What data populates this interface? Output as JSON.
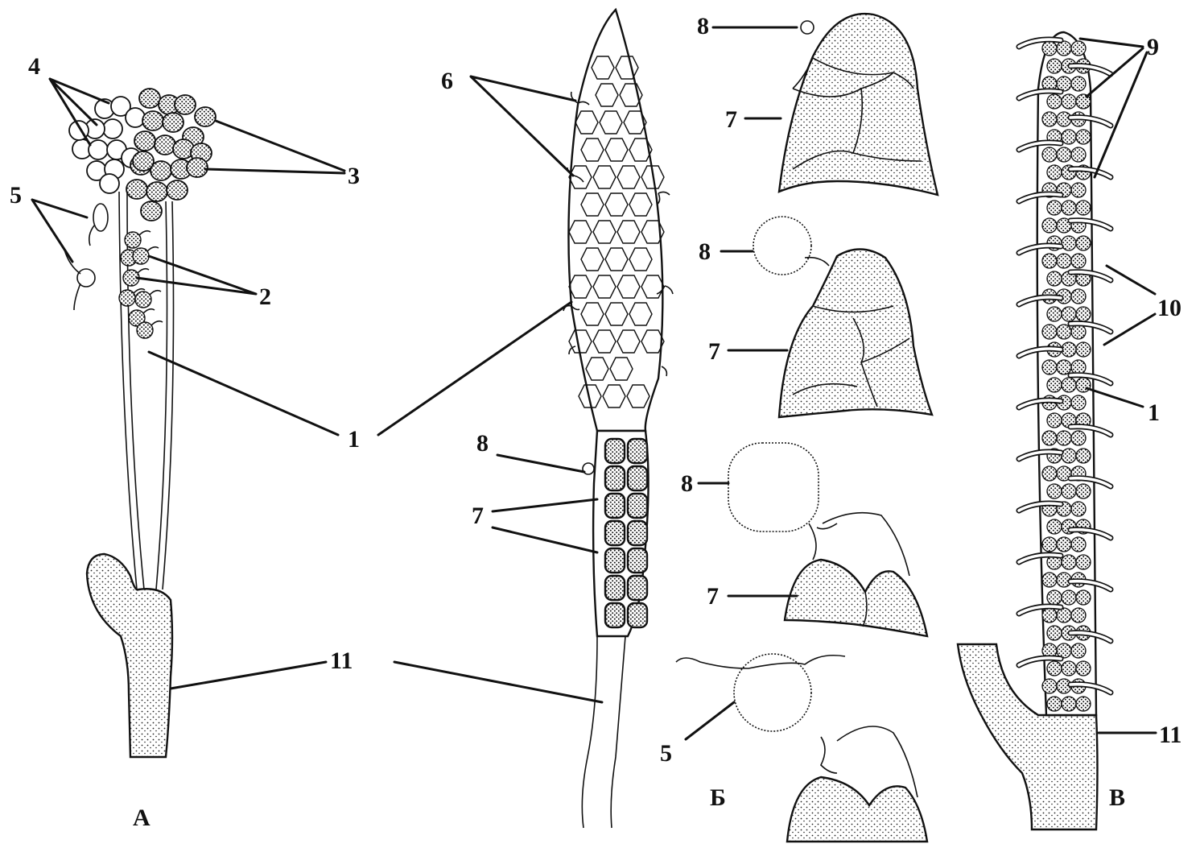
{
  "figure": {
    "panels": {
      "a": "А",
      "b": "Б",
      "c": "В"
    },
    "labels": {
      "l1": "1",
      "l2": "2",
      "l3": "3",
      "l4": "4",
      "l5": "5",
      "l6": "6",
      "l7": "7",
      "l8": "8",
      "l9": "9",
      "l10": "10",
      "l11": "11"
    }
  },
  "colors": {
    "ink": "#111111",
    "background": "#ffffff"
  }
}
